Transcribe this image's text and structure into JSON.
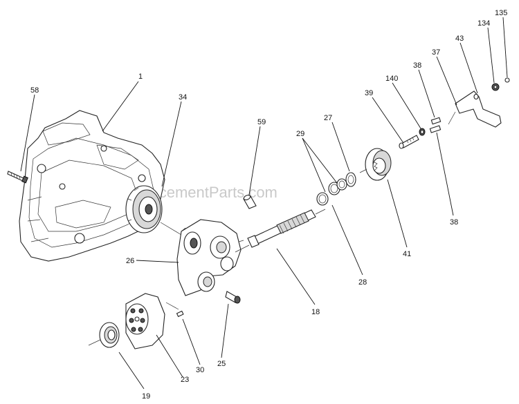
{
  "watermark": "eReplacementParts.com",
  "callouts": {
    "c1": "1",
    "c58": "58",
    "c34": "34",
    "c59": "59",
    "c26": "26",
    "c18": "18",
    "c19": "19",
    "c23": "23",
    "c30": "30",
    "c25": "25",
    "c29": "29",
    "c27": "27",
    "c28": "28",
    "c39": "39",
    "c140": "140",
    "c38a": "38",
    "c37": "37",
    "c43": "43",
    "c134": "134",
    "c135": "135",
    "c38b": "38",
    "c41": "41"
  }
}
